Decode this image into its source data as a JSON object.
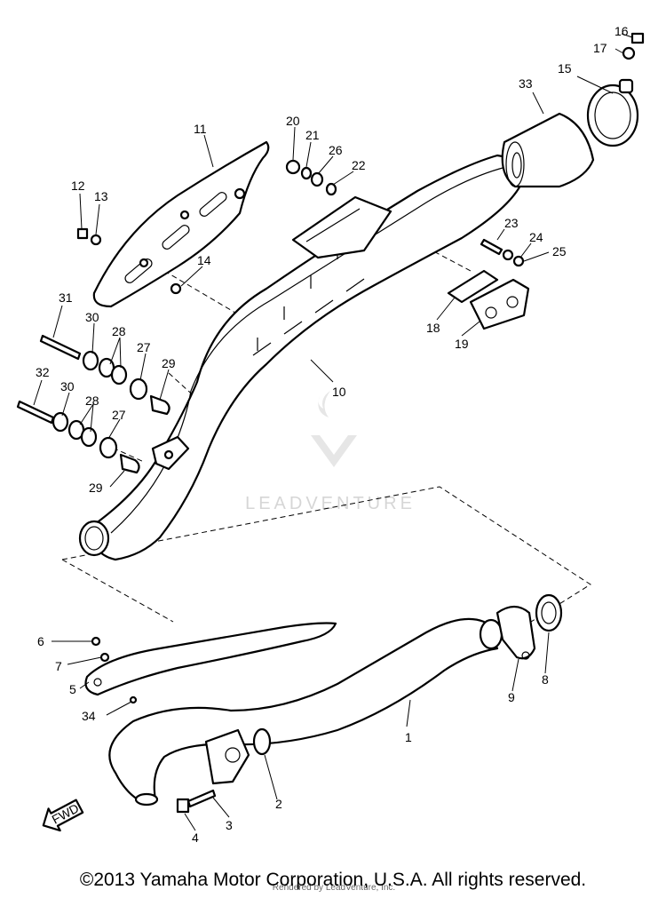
{
  "callouts": {
    "c1": "1",
    "c2": "2",
    "c3": "3",
    "c4": "4",
    "c5": "5",
    "c6": "6",
    "c7": "7",
    "c8": "8",
    "c9": "9",
    "c10": "10",
    "c11": "11",
    "c12": "12",
    "c13": "13",
    "c14": "14",
    "c15": "15",
    "c16": "16",
    "c17": "17",
    "c18": "18",
    "c19": "19",
    "c20": "20",
    "c21": "21",
    "c22": "22",
    "c23": "23",
    "c24": "24",
    "c25": "25",
    "c26": "26",
    "c27a": "27",
    "c27b": "27",
    "c28a": "28",
    "c28b": "28",
    "c29a": "29",
    "c29b": "29",
    "c30a": "30",
    "c30b": "30",
    "c31": "31",
    "c32": "32",
    "c33": "33",
    "c34": "34"
  },
  "fwd_label": "FWD",
  "watermark": {
    "brand": "LEADVENTURE",
    "rendered_by": "Rendered by LeadVenture, Inc."
  },
  "copyright": "©2013 Yamaha Motor Corporation, U.S.A. All rights reserved."
}
